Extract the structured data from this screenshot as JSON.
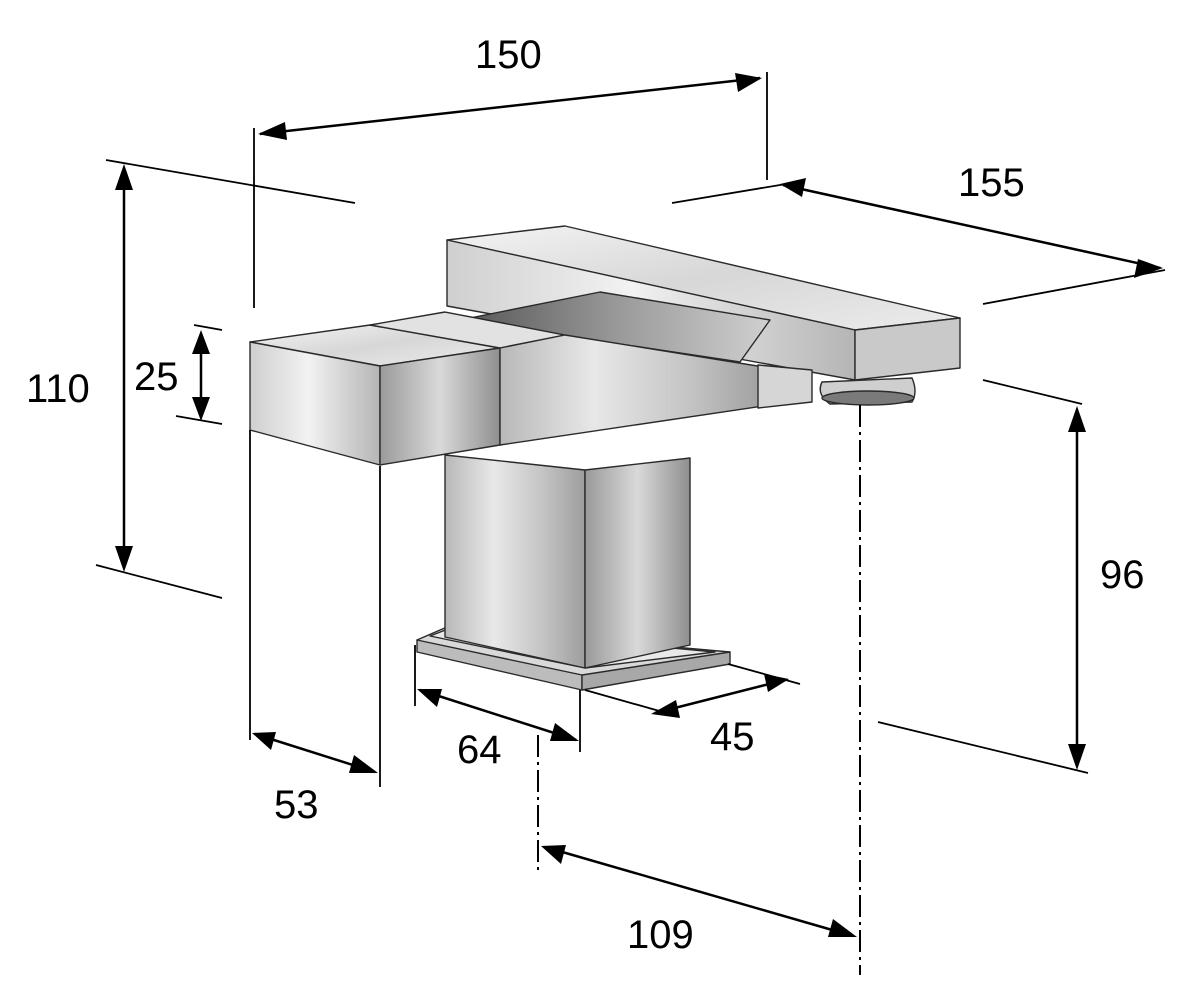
{
  "dimensions": {
    "width_top": "150",
    "depth_right": "155",
    "height_total": "110",
    "handle_height": "25",
    "spout_height": "96",
    "handle_depth": "53",
    "base_width": "64",
    "base_depth": "45",
    "spout_reach": "109"
  },
  "colors": {
    "line": "#000000",
    "chrome_light": "#e6e6e6",
    "chrome_mid": "#bdbdbd",
    "chrome_dark": "#8a8a8a",
    "background": "#ffffff"
  }
}
